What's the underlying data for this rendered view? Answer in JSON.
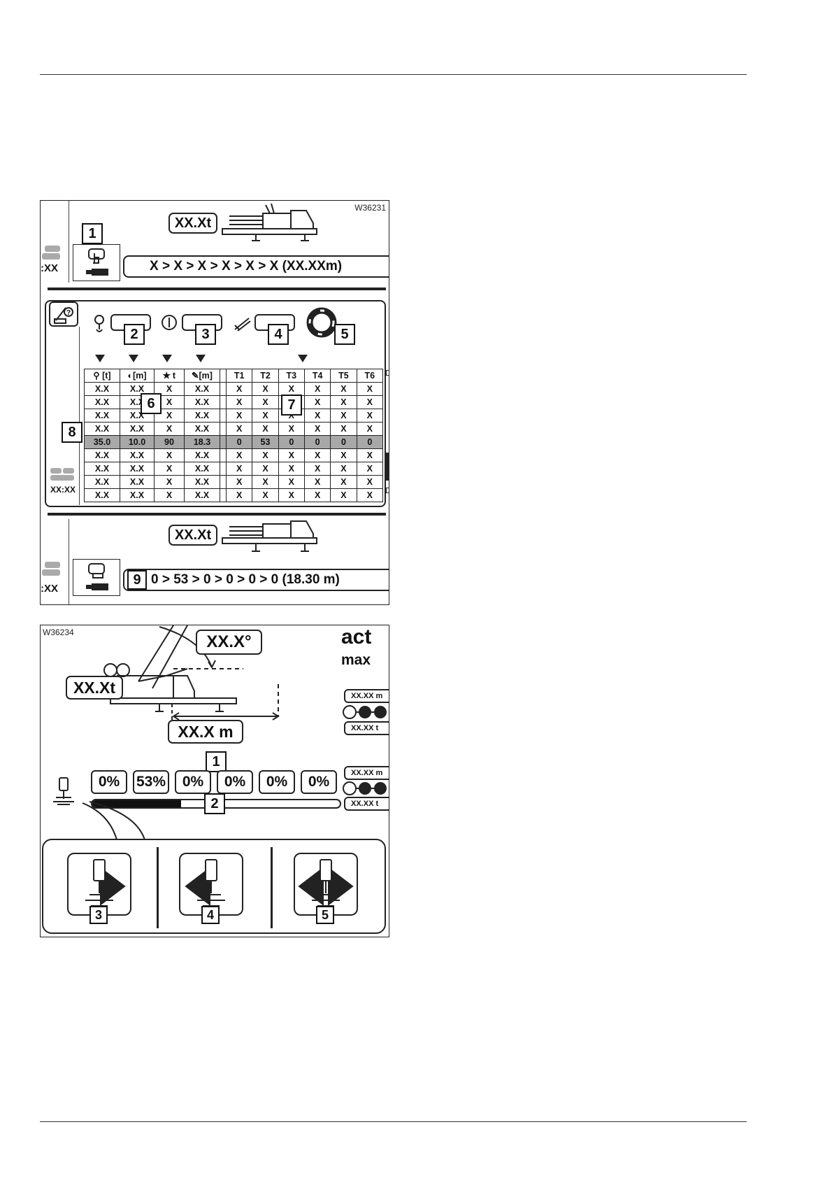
{
  "figure1": {
    "code": "W36231",
    "weight_top": "XX.Xt",
    "weight_bottom": "XX.Xt",
    "time_top": ":XX",
    "time_mid": "XX:XX",
    "time_bottom": ":XX",
    "sequence_top": "X > X > X > X > X > X   (XX.XXm)",
    "sequence_bottom": "0 > 53 >  0  >  0  >  0  > 0 (18.30 m)",
    "callouts": [
      "1",
      "2",
      "3",
      "4",
      "5",
      "6",
      "7",
      "8",
      "9"
    ],
    "table": {
      "headers": [
        "[t]",
        "[m]",
        "t",
        "[m]",
        "",
        "T1",
        "T2",
        "T3",
        "T4",
        "T5",
        "T6"
      ],
      "rows": [
        [
          "X.X",
          "X.X",
          "X",
          "X.X",
          "",
          "X",
          "X",
          "X",
          "X",
          "X",
          "X"
        ],
        [
          "X.X",
          "X.X",
          "X",
          "X.X",
          "",
          "X",
          "X",
          "X",
          "X",
          "X",
          "X"
        ],
        [
          "X.X",
          "X.X",
          "X",
          "X.X",
          "",
          "X",
          "X",
          "X",
          "X",
          "X",
          "X"
        ],
        [
          "X.X",
          "X.X",
          "X",
          "X.X",
          "",
          "X",
          "X",
          "X",
          "X",
          "X",
          "X"
        ],
        [
          "35.0",
          "10.0",
          "90",
          "18.3",
          "",
          "0",
          "53",
          "0",
          "0",
          "0",
          "0"
        ],
        [
          "X.X",
          "X.X",
          "X",
          "X.X",
          "",
          "X",
          "X",
          "X",
          "X",
          "X",
          "X"
        ],
        [
          "X.X",
          "X.X",
          "X",
          "X.X",
          "",
          "X",
          "X",
          "X",
          "X",
          "X",
          "X"
        ],
        [
          "X.X",
          "X.X",
          "X",
          "X.X",
          "",
          "X",
          "X",
          "X",
          "X",
          "X",
          "X"
        ],
        [
          "X.X",
          "X.X",
          "X",
          "X.X",
          "",
          "X",
          "X",
          "X",
          "X",
          "X",
          "X"
        ]
      ],
      "selected_row": 4
    }
  },
  "figure2": {
    "code": "W36234",
    "angle": "XX.X°",
    "weight": "XX.Xt",
    "radius": "XX.X m",
    "act_label": "act",
    "max_label": "max",
    "side_m_1": "XX.XX m",
    "side_t_1": "XX.XX t",
    "side_m_2": "XX.XX m",
    "side_t_2": "XX.XX t",
    "percents": [
      "0%",
      "53%",
      "0%",
      "0%",
      "0%",
      "0%"
    ],
    "progress": 0.36,
    "callouts": [
      "1",
      "2",
      "3",
      "4",
      "5"
    ]
  }
}
